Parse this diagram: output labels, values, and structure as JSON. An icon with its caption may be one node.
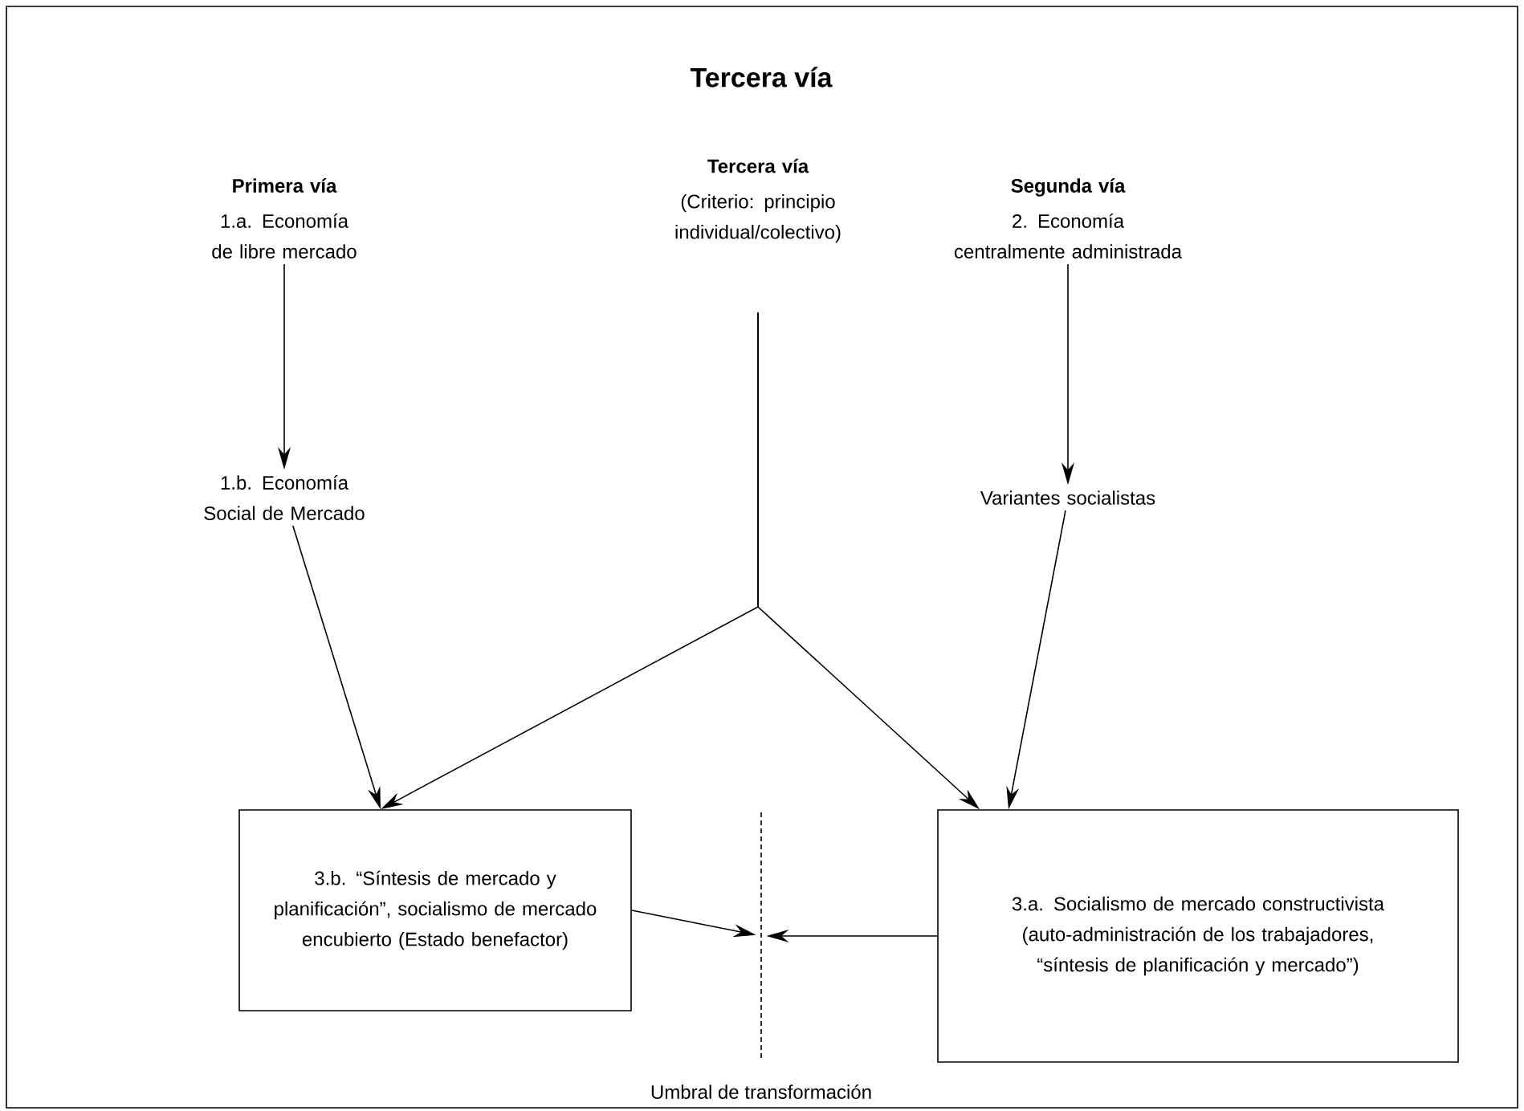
{
  "diagram": {
    "title": "Tercera vía",
    "nodes": [
      {
        "text": [
          "Primera vía",
          "1.a. Economía de libre mercado"
        ]
      },
      {
        "text": [
          "Tercera vía",
          "(Criterio: principio individual/colectivo)"
        ]
      },
      {
        "text": [
          "Segunda vía",
          "2. Economía centralmente administrada"
        ]
      },
      {
        "text": [
          "1.b. Economía Social de Mercado"
        ]
      },
      {
        "text": [
          "Variantes socialistas"
        ]
      },
      {
        "text": [
          "3.b. “Síntesis de mercado y planificación”, socialismo de mercado encubierto (Estado benefactor)"
        ]
      },
      {
        "text": [
          "3.a. Socialismo de mercado constructivista (auto-administración de los trabajadores, “síntesis de planificación y mercado”)"
        ]
      },
      {
        "text": [],
        "shape": "line",
        "beside": [
          "Umbral de transformación"
        ]
      }
    ],
    "edges": [
      {
        "from": 0,
        "to": 3,
        "arrow": "to"
      },
      {
        "from": 2,
        "to": 4,
        "arrow": "to"
      },
      {
        "from": 3,
        "to": 5,
        "arrow": "to"
      },
      {
        "from": 4,
        "to": 6,
        "arrow": "to"
      },
      {
        "from": 1,
        "to": 5,
        "arrow": "to"
      },
      {
        "from": 1,
        "to": 6,
        "arrow": "to"
      },
      {
        "from": 5,
        "to": 7,
        "arrow": "to"
      },
      {
        "from": 6,
        "to": 7,
        "arrow": "to"
      }
    ]
  }
}
